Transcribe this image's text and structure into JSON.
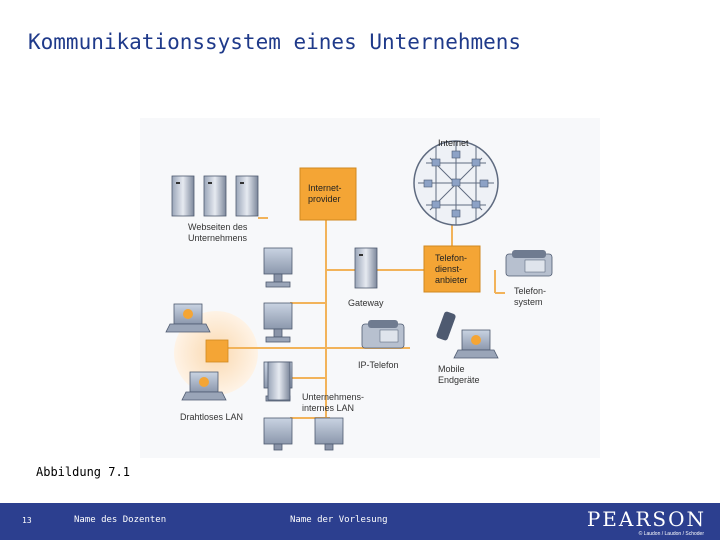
{
  "title": "Kommunikationssystem eines Unternehmens",
  "caption": "Abbildung 7.1",
  "footer": {
    "page_number": "13",
    "lecturer": "Name des Dozenten",
    "lecture": "Name der Vorlesung",
    "brand": "PEARSON",
    "copyright": "© Laudon / Laudon / Schoder"
  },
  "diagram": {
    "internet": "Internet",
    "provider_line1": "Internet-",
    "provider_line2": "provider",
    "websites_line1": "Webseiten des",
    "websites_line2": "Unternehmens",
    "telco_line1": "Telefon-",
    "telco_line2": "dienst-",
    "telco_line3": "anbieter",
    "phone_system_line1": "Telefon-",
    "phone_system_line2": "system",
    "gateway": "Gateway",
    "ip_phone": "IP-Telefon",
    "mobile_line1": "Mobile",
    "mobile_line2": "Endgeräte",
    "lan_line1": "Unternehmens-",
    "lan_line2": "internes LAN",
    "wlan": "Drahtloses LAN"
  },
  "colors": {
    "title": "#1f3a8a",
    "footer_bg": "#2c3f8f",
    "orange": "#f4a535",
    "line": "#f0b050",
    "wlan_glow": "#fde8cf"
  }
}
